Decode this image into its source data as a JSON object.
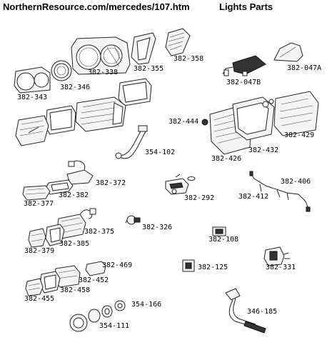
{
  "header": {
    "site_url": "NorthernResource.com/mercedes/107.htm",
    "section_title": "Lights Parts"
  },
  "parts": {
    "p382_338": "382-338",
    "p382_355": "382-355",
    "p382_358": "382-358",
    "p382_047a": "382-047A",
    "p382_047b": "382-047B",
    "p382_343": "382-343",
    "p382_346": "382-346",
    "p382_444": "382-444",
    "p382_429": "382-429",
    "p382_432": "382-432",
    "p382_426": "382-426",
    "p354_102": "354-102",
    "p382_406": "382-406",
    "p382_372": "382-372",
    "p382_382": "382-382",
    "p382_377": "382-377",
    "p382_292": "382-292",
    "p382_412": "382-412",
    "p382_375": "382-375",
    "p382_326": "382-326",
    "p382_108": "382-108",
    "p382_379": "382-379",
    "p382_385": "382-385",
    "p382_469": "382-469",
    "p382_125": "382-125",
    "p382_331": "382-331",
    "p382_452": "382-452",
    "p382_458": "382-458",
    "p382_455": "382-455",
    "p354_166": "354-166",
    "p346_185": "346-185",
    "p354_111": "354-111"
  }
}
